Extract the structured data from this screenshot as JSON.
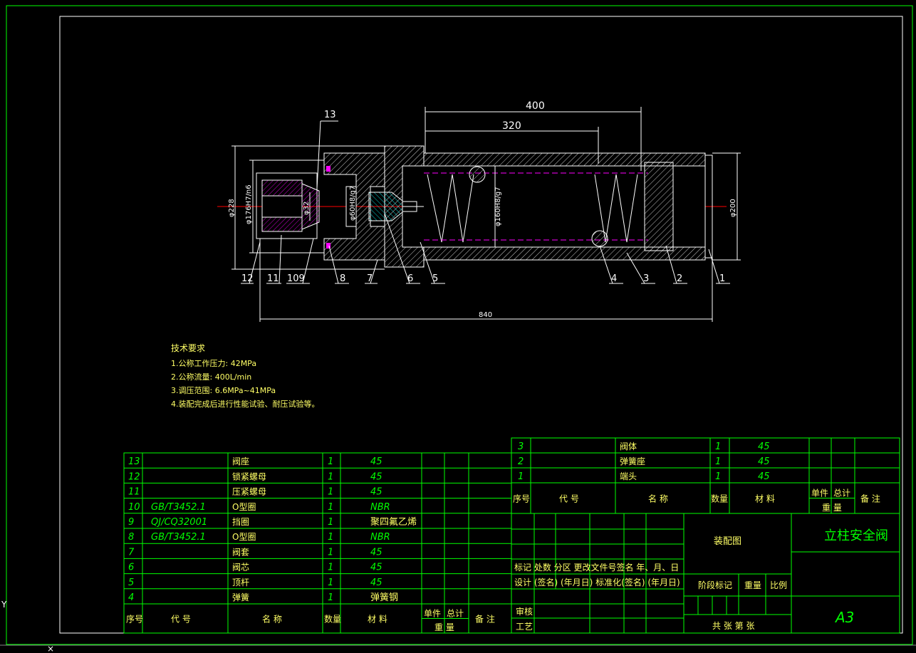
{
  "drawing": {
    "dims": {
      "d400": "400",
      "d320": "320",
      "d840": "840",
      "d228": "φ228",
      "d176": "φ176H7/n6",
      "d32": "φ32",
      "d60": "φ60H8/g7",
      "d160": "φ160H8/g7",
      "d200": "φ200"
    },
    "balloons": [
      "13",
      "12",
      "11",
      "109",
      "8",
      "7",
      "6",
      "5",
      "4",
      "3",
      "2",
      "1"
    ]
  },
  "tech": {
    "title": "技术要求",
    "items": [
      "1.公称工作压力: 42MPa",
      "2.公称流量: 400L/min",
      "3.调压范围: 6.6MPa~41MPa",
      "4.装配完成后进行性能试验、耐压试验等。"
    ]
  },
  "bom_left": {
    "rows": [
      {
        "no": "13",
        "code": "",
        "name": "阀座",
        "qty": "1",
        "mat": "45"
      },
      {
        "no": "12",
        "code": "",
        "name": "锁紧螺母",
        "qty": "1",
        "mat": "45"
      },
      {
        "no": "11",
        "code": "",
        "name": "压紧螺母",
        "qty": "1",
        "mat": "45"
      },
      {
        "no": "10",
        "code": "GB/T3452.1",
        "name": "O型圈",
        "qty": "1",
        "mat": "NBR"
      },
      {
        "no": "9",
        "code": "QJ/CQ32001",
        "name": "挡圈",
        "qty": "1",
        "mat": "聚四氟乙烯"
      },
      {
        "no": "8",
        "code": "GB/T3452.1",
        "name": "O型圈",
        "qty": "1",
        "mat": "NBR"
      },
      {
        "no": "7",
        "code": "",
        "name": "阀套",
        "qty": "1",
        "mat": "45"
      },
      {
        "no": "6",
        "code": "",
        "name": "阀芯",
        "qty": "1",
        "mat": "45"
      },
      {
        "no": "5",
        "code": "",
        "name": "顶杆",
        "qty": "1",
        "mat": "45"
      },
      {
        "no": "4",
        "code": "",
        "name": "弹簧",
        "qty": "1",
        "mat": "弹簧钢"
      }
    ],
    "header": {
      "no": "序号",
      "code": "代  号",
      "name": "名  称",
      "qty": "数量",
      "mat": "材  料",
      "unit": "单件",
      "total": "总计",
      "weight": "重  量",
      "remark": "备  注"
    }
  },
  "bom_right": {
    "rows": [
      {
        "no": "3",
        "code": "",
        "name": "阀体",
        "qty": "1",
        "mat": "45"
      },
      {
        "no": "2",
        "code": "",
        "name": "弹簧座",
        "qty": "1",
        "mat": "45"
      },
      {
        "no": "1",
        "code": "",
        "name": "端头",
        "qty": "1",
        "mat": "45"
      }
    ],
    "header": {
      "no": "序号",
      "code": "代  号",
      "name": "名  称",
      "qty": "数量",
      "mat": "材  料",
      "unit": "单件",
      "total": "总计",
      "weight": "重  量",
      "remark": "备  注"
    }
  },
  "title_block": {
    "mark_row": "标记 处数  分区  更改文件号签名 年、月、日",
    "design_row": "设计 (签名) (年月日) 标准化(签名) (年月日)",
    "review": "审核",
    "process": "工艺",
    "assembly": "装配图",
    "title": "立柱安全阀",
    "stage": "阶段标记",
    "weight": "重量",
    "scale": "比例",
    "sheets": "共    张  第    张",
    "size": "A3"
  },
  "colors": {
    "frame": "#00ff00",
    "outline": "#ffffff",
    "center": "#ff0000",
    "spring": "#ff00ff",
    "balloon": "#00ffff",
    "note": "#ffff66"
  }
}
